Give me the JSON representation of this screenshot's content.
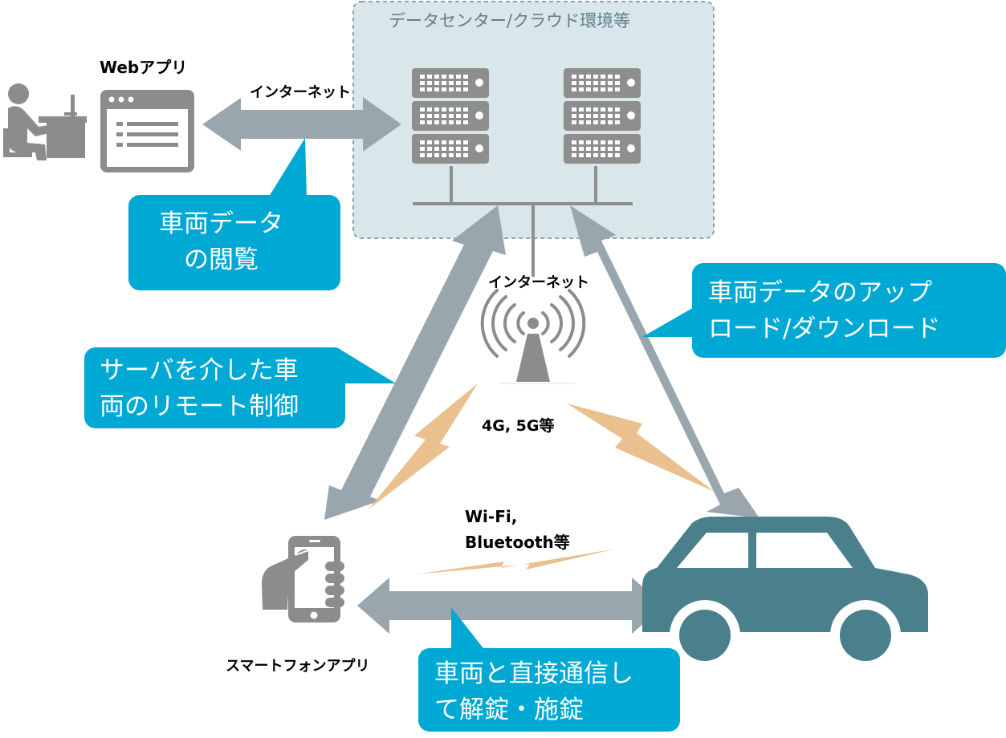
{
  "datacenter": {
    "title": "データセンター/クラウド環境等"
  },
  "labels": {
    "web_app": "Webアプリ",
    "internet_top": "インターネット",
    "internet_mid": "インターネット",
    "cellular": "4G, 5G等",
    "wifi_line1": "Wi-Fi,",
    "wifi_line2": "Bluetooth等",
    "smartphone_app": "スマートフォンアプリ"
  },
  "callouts": {
    "browse": "車両データ\n　の閲覧",
    "updown": "車両データのアップ\nロード/ダウンロード",
    "remote": "サーバを介した車\n両のリモート制御",
    "direct": "車両と直接通信し\nて解錠・施錠"
  },
  "colors": {
    "arrow": "#99a6ae",
    "callout": "#00a8d4",
    "server": "#8e8e8e",
    "datacenter_fill": "#dae7ea",
    "datacenter_border": "#6b8896",
    "car": "#4a7f8c",
    "lightning": "#e9c08e",
    "icon_gray": "#8c8c8c"
  },
  "icons": [
    "person-at-desk-icon",
    "browser-window-icon",
    "server-rack-icon",
    "antenna-icon",
    "hand-smartphone-icon",
    "car-icon",
    "lightning-icon"
  ]
}
